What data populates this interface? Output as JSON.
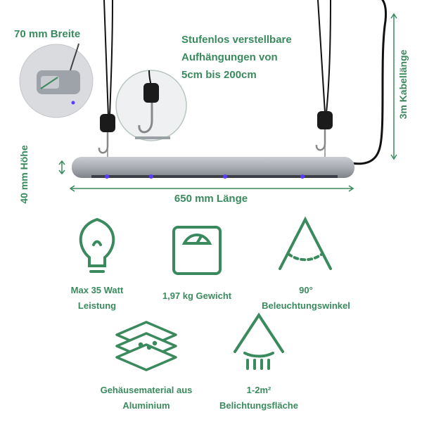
{
  "dimensions": {
    "width_label": "70 mm Breite",
    "height_label": "40 mm Höhe",
    "length_label": "650 mm Länge",
    "cable_label": "3m Kabellänge"
  },
  "suspension": {
    "line1": "Stufenlos verstellbare",
    "line2": "Aufhängungen von",
    "line3": "5cm bis 200cm"
  },
  "features": [
    {
      "icon": "lightbulb-icon",
      "line1": "Max 35 Watt",
      "line2": "Leistung"
    },
    {
      "icon": "scale-icon",
      "line1": "1,97 kg Gewicht",
      "line2": ""
    },
    {
      "icon": "angle-icon",
      "line1": "90°",
      "line2": "Beleuchtungswinkel"
    },
    {
      "icon": "layers-icon",
      "line1": "Gehäusematerial aus",
      "line2": "Aluminium"
    },
    {
      "icon": "light-cone-icon",
      "line1": "1-2m²",
      "line2": "Belichtungsfläche"
    }
  ],
  "colors": {
    "accent": "#3a8a5e",
    "bar": "#a9adb3",
    "led": "#5a3cff"
  }
}
